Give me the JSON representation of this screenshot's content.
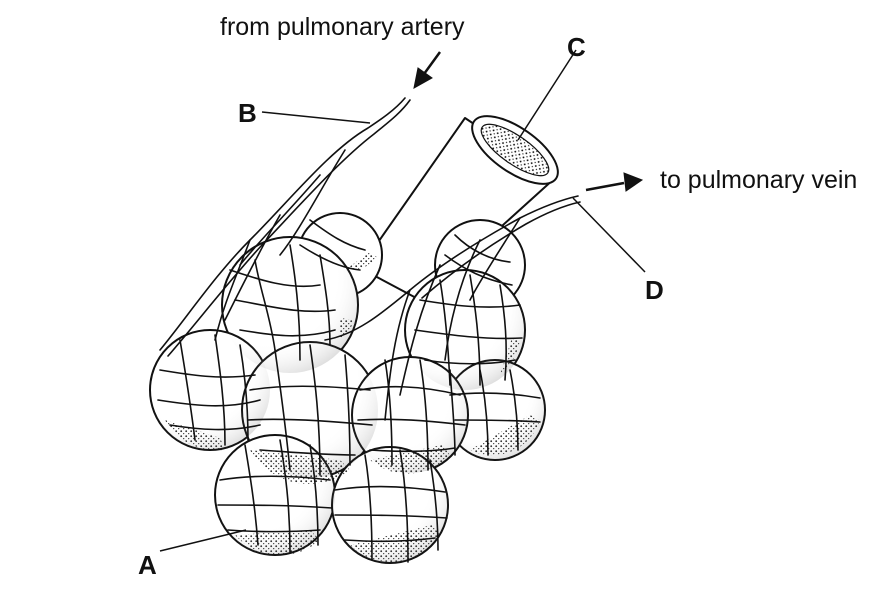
{
  "labels": {
    "from_artery": "from pulmonary artery",
    "to_vein": "to pulmonary vein",
    "a": "A",
    "b": "B",
    "c": "C",
    "d": "D"
  },
  "colors": {
    "ink": "#111111",
    "background": "#ffffff"
  }
}
